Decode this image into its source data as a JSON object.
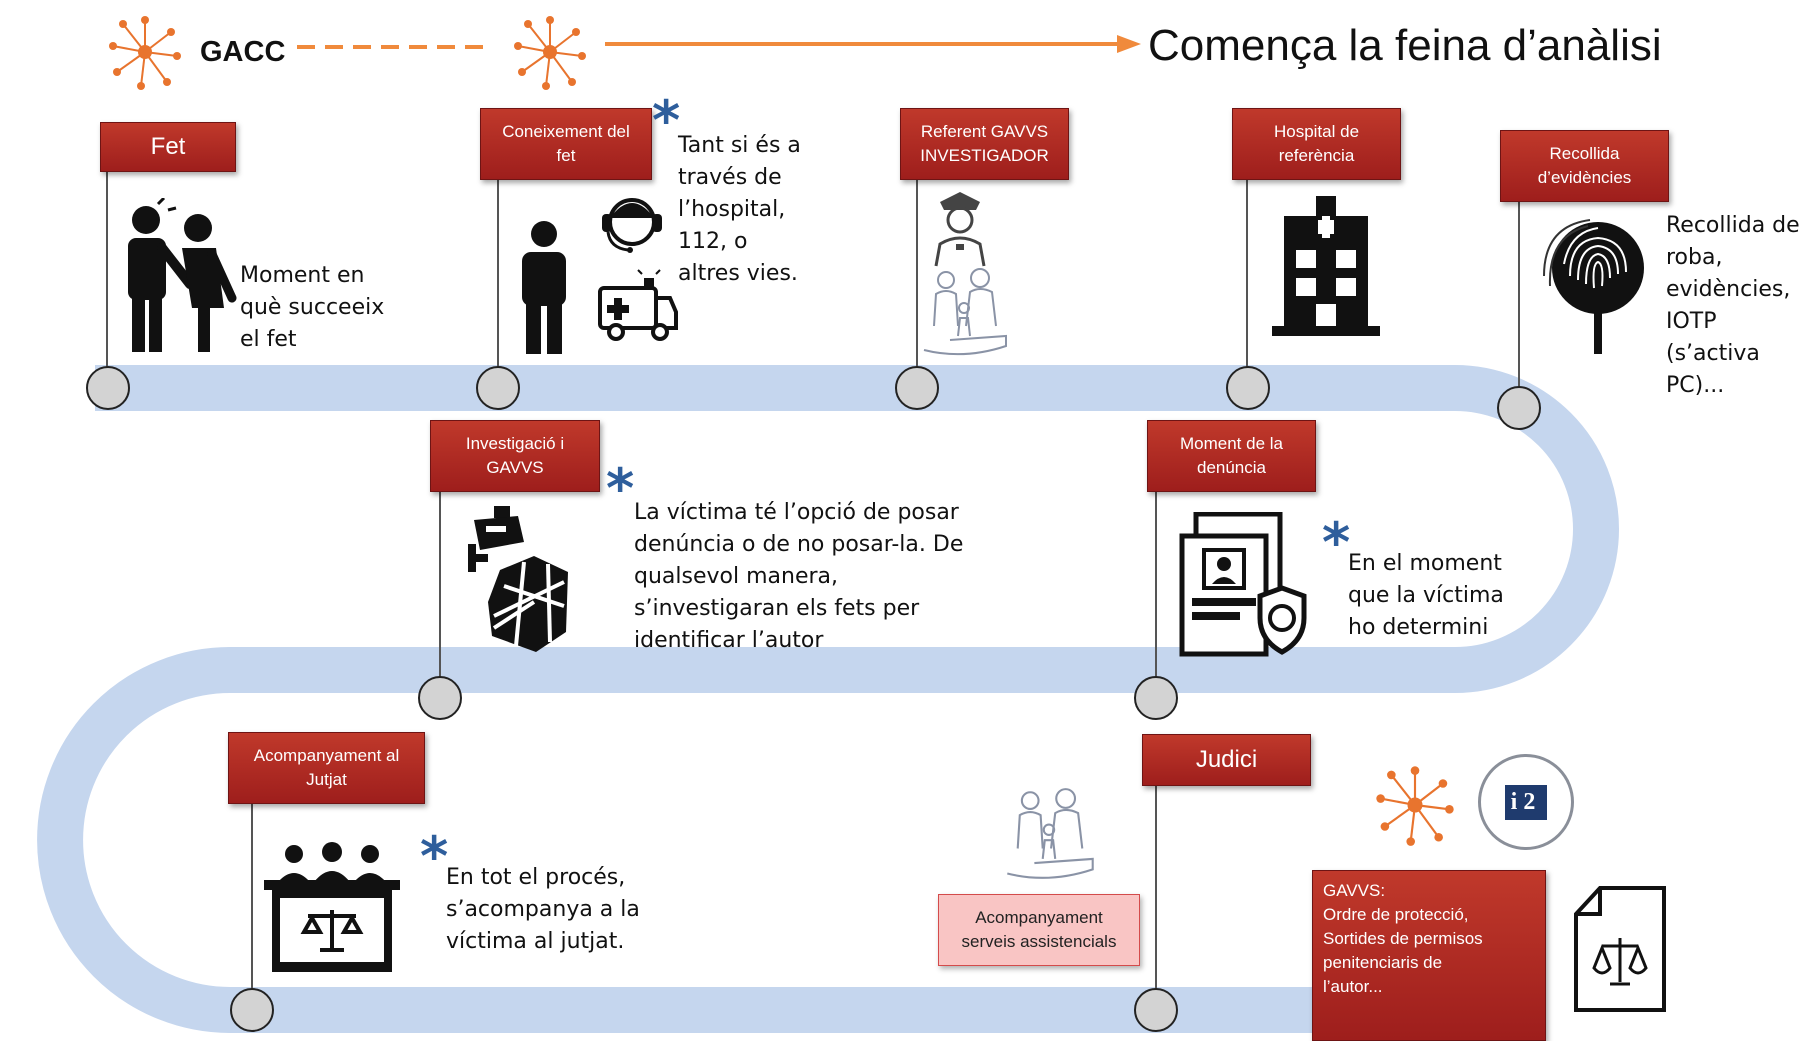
{
  "header": {
    "gacc_label": "GACC",
    "title": "Comença la feina d’anàlisi",
    "arrow_color": "#f08a3c"
  },
  "steps": {
    "fet": "Fet",
    "coneixement": "Coneixement del\nfet",
    "referent": "Referent GAVVS\nINVESTIGADOR",
    "hospital": "Hospital de\nreferència",
    "recollida": "Recollida\nd’evidències",
    "investigacio": "Investigació i\nGAVVS",
    "denuncia": "Moment de la\ndenúncia",
    "acompanyament_jutjat": "Acompanyament al\nJutjat",
    "judici": "Judici"
  },
  "notes": {
    "fet": "Moment en\nquè succeeix\nel fet",
    "coneixement": "Tant si és a\ntravés de\nl’hospital,\n112, o\naltres vies.",
    "recollida": "Recollida de\nroba,\nevidències,\nIOTP\n(s’activa\nPC)...",
    "investigacio": "La víctima té l’opció de posar\ndenúncia o de no posar-la. De\nqualsevol manera,\ns’investigaran els fets per\nidentificar l’autor",
    "denuncia": "En el moment\nque la víctima\nho determini",
    "jutjat": "En tot el procés,\ns’acompanya a la\nvíctima al jutjat."
  },
  "assist_box": "Acompanyament\nserveis assistencials",
  "gavvs_box": "GAVVS:\nOrdre de protecció,\nSortides de permisos\npenitenciaris de\nl’autor...",
  "i2_logo": "i2",
  "colors": {
    "track": "#c5d6ee",
    "box_red": "#b02a26",
    "star_blue": "#2e5e9c",
    "network_orange": "#e8742e"
  }
}
